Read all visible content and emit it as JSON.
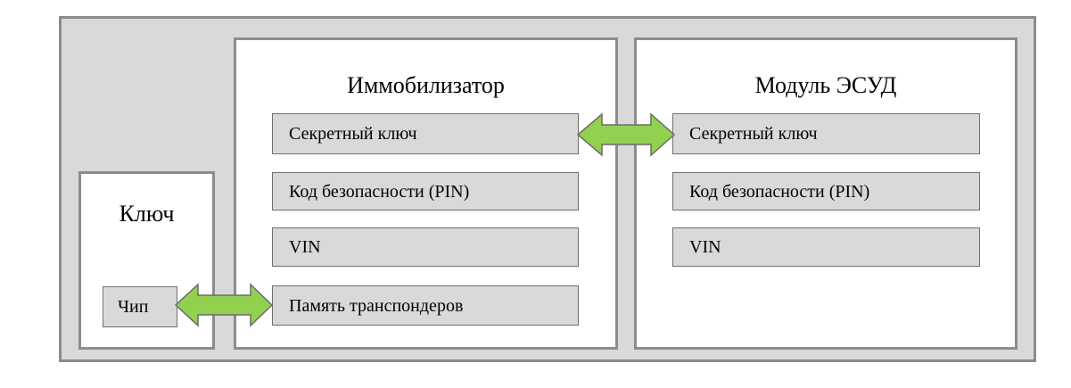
{
  "key_panel": {
    "title": "Ключ",
    "chip_label": "Чип"
  },
  "immobilizer_panel": {
    "title": "Иммобилизатор",
    "fields": [
      "Секретный ключ",
      "Код безопасности (PIN)",
      "VIN",
      "Память транспондеров"
    ]
  },
  "ecu_panel": {
    "title": "Модуль ЭСУД",
    "fields": [
      "Секретный ключ",
      "Код безопасности (PIN)",
      "VIN"
    ]
  },
  "colors": {
    "arrow_fill": "#92d050",
    "arrow_stroke": "#6b6b6b",
    "box_fill": "#d9d9d9",
    "border": "#8c8c8c"
  }
}
